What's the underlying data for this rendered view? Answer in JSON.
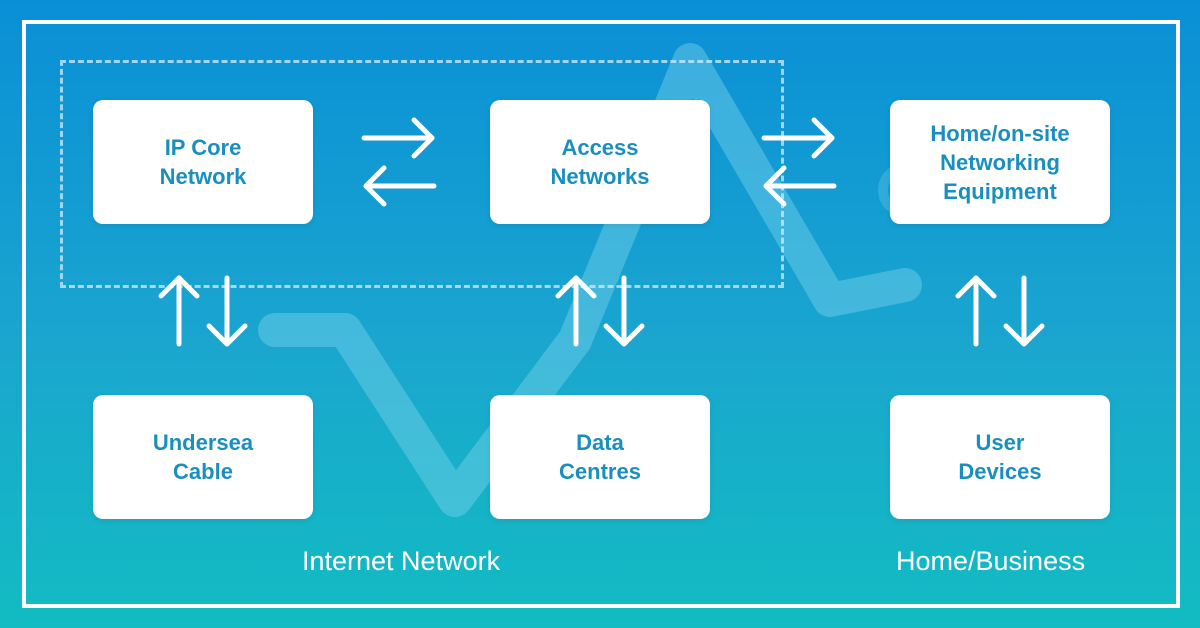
{
  "nodes": {
    "ip_core": "IP Core\nNetwork",
    "access": "Access\nNetworks",
    "home_equipment": "Home/on-site\nNetworking\nEquipment",
    "undersea": "Undersea\nCable",
    "data_centres": "Data\nCentres",
    "user_devices": "User\nDevices"
  },
  "captions": {
    "internet": "Internet Network",
    "home_business": "Home/Business"
  },
  "colors": {
    "node_text": "#1a8fbf",
    "background_top": "#0a8fd6",
    "background_bottom": "#12bcc2"
  }
}
